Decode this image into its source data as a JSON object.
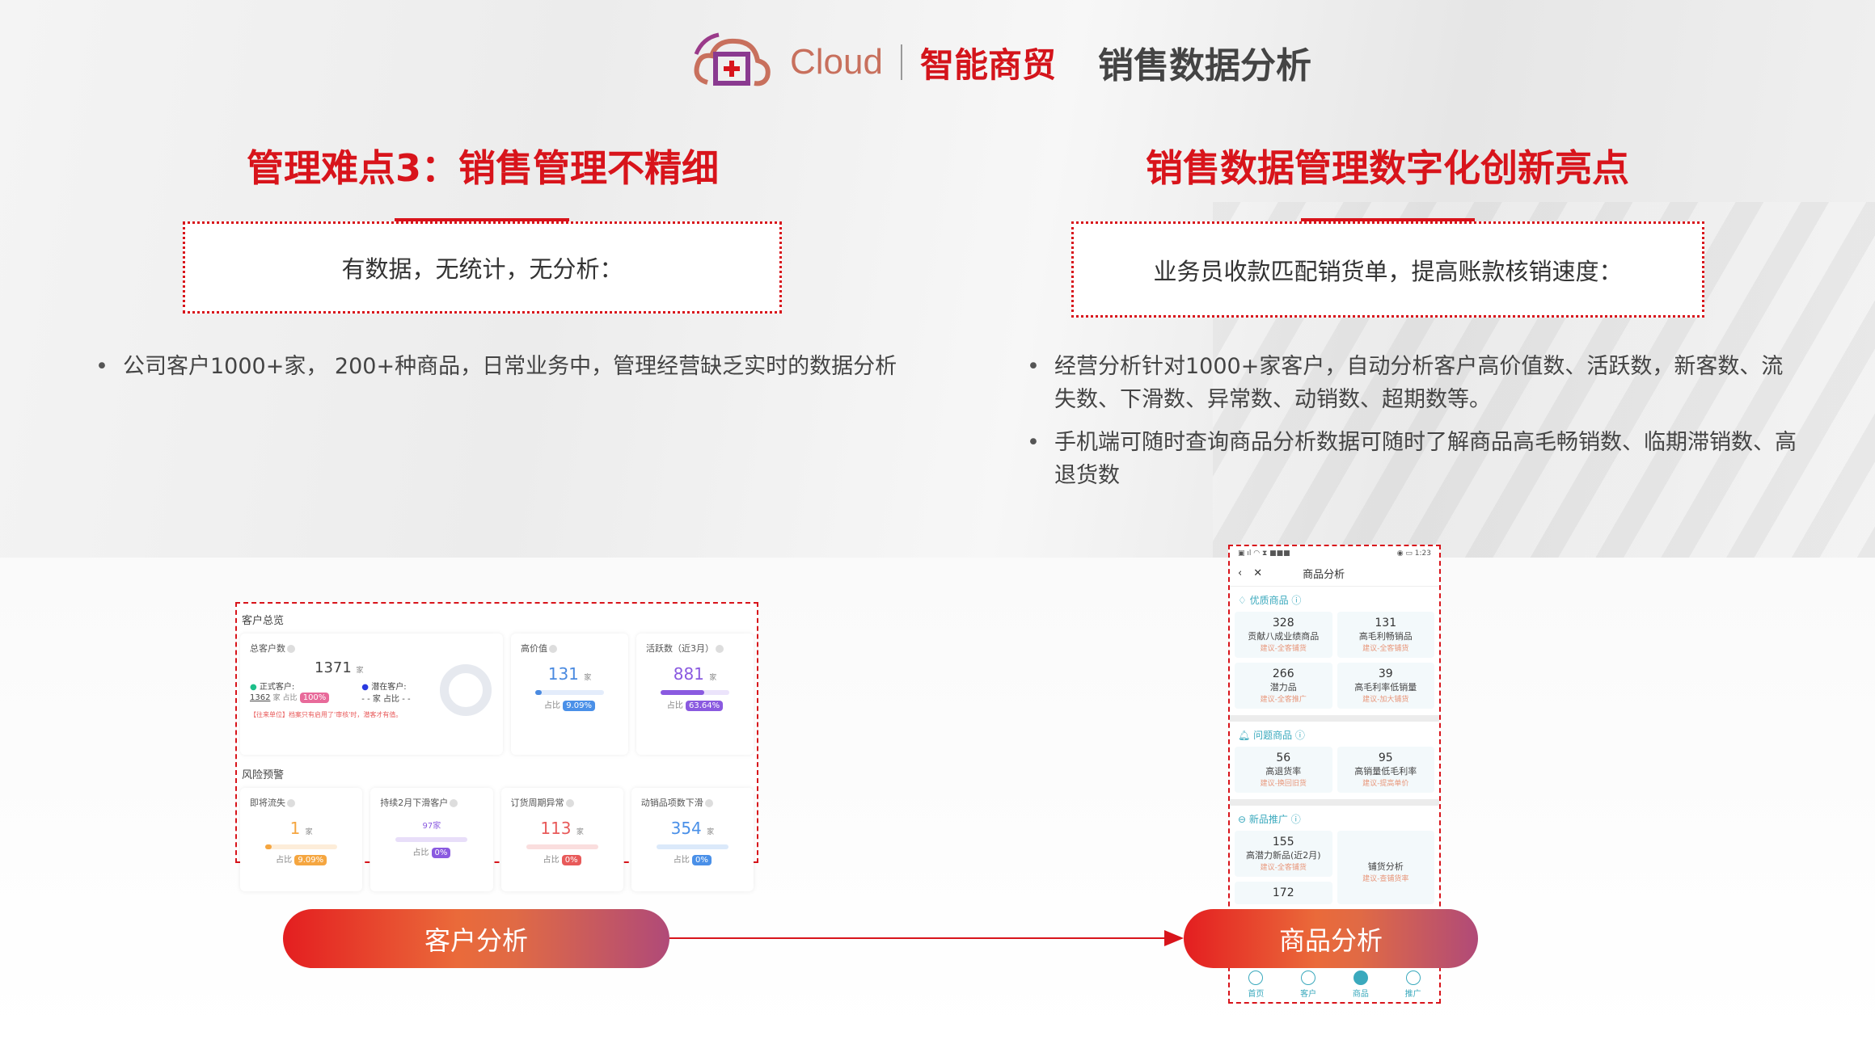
{
  "header": {
    "logo_text": "Cloud",
    "brand": "智能商贸",
    "title": "销售数据分析"
  },
  "left": {
    "heading": "管理难点3：销售管理不精细",
    "box": "有数据，无统计，无分析：",
    "bullets": [
      "公司客户1000+家， 200+种商品，日常业务中，管理经营缺乏实时的数据分析"
    ]
  },
  "right": {
    "heading": "销售数据管理数字化创新亮点",
    "box": "业务员收款匹配销货单，提高账款核销速度：",
    "bullets": [
      "经营分析针对1000+家客户，自动分析客户高价值数、活跃数，新客数、流失数、下滑数、异常数、动销数、超期数等。",
      "手机端可随时查询商品分析数据可随时了解商品高毛畅销数、临期滞销数、高退货数"
    ]
  },
  "customer": {
    "title": "客户总览",
    "total_label": "总客户数",
    "total": "1371",
    "unit": "家",
    "formal_label": "正式客户:",
    "formal_value": "1362",
    "formal_unit": "家 占比",
    "formal_pct": "100%",
    "potential_label": "潜在客户:",
    "potential_value": "- - 家  占比  - -",
    "note": "【往来单位】档案只有启用了'审核'时，潜客才有值。",
    "high_label": "高价值",
    "high": "131",
    "high_pct": "9.09%",
    "high_ratio": 0.0909,
    "active_label": "活跃数（近3月）",
    "active": "881",
    "active_pct": "63.64%",
    "active_ratio": 0.6364,
    "ratio_label": "占比",
    "risk_title": "风险预警",
    "risk": [
      {
        "label": "即将流失",
        "value": "1",
        "unit": "家",
        "pct": "9.09%",
        "color": "#f5a640"
      },
      {
        "label": "持续2月下滑客户",
        "value": "97家",
        "unit": "",
        "pct": "0%",
        "color": "#8a5ae0"
      },
      {
        "label": "订货周期异常",
        "value": "113",
        "unit": "家",
        "pct": "0%",
        "color": "#e85a5a"
      },
      {
        "label": "动销品项数下滑",
        "value": "354",
        "unit": "家",
        "pct": "0%",
        "color": "#4a90e8"
      }
    ]
  },
  "phone": {
    "time": "1:23",
    "title": "商品分析",
    "sections": [
      {
        "title": "优质商品",
        "items": [
          {
            "n": "328",
            "d": "贡献八成业绩商品",
            "s": "建议-全客铺货"
          },
          {
            "n": "131",
            "d": "高毛利畅销品",
            "s": "建议-全客铺货"
          },
          {
            "n": "266",
            "d": "潜力品",
            "s": "建议-全客推广"
          },
          {
            "n": "39",
            "d": "高毛利率低销量",
            "s": "建议-加大铺货"
          }
        ]
      },
      {
        "title": "问题商品",
        "items": [
          {
            "n": "56",
            "d": "高退货率",
            "s": "建议-换回旧货"
          },
          {
            "n": "95",
            "d": "高销量低毛利率",
            "s": "建议-提高单价"
          }
        ]
      },
      {
        "title": "新品推广",
        "items": [
          {
            "n": "155",
            "d": "高潜力新品(近2月)",
            "s": "建议-全客铺货"
          },
          {
            "n": "",
            "d": "铺货分析",
            "s": "建议-查铺货率"
          },
          {
            "n": "172",
            "d": "",
            "s": ""
          }
        ]
      }
    ],
    "tabs": [
      "首页",
      "客户",
      "商品",
      "推广"
    ]
  },
  "buttons": {
    "customer": "客户分析",
    "product": "商品分析"
  }
}
